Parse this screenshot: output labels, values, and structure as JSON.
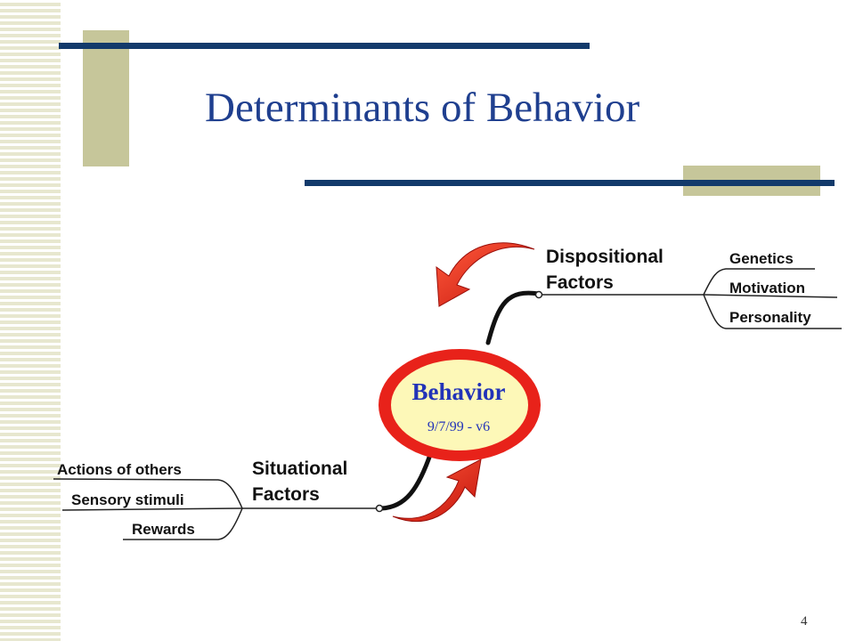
{
  "slide": {
    "title": "Determinants of Behavior",
    "page_number": "4"
  },
  "diagram": {
    "center": {
      "title": "Behavior",
      "subtitle": "9/7/99 - v6"
    },
    "dispositional": {
      "label_line1": "Dispositional",
      "label_line2": "Factors",
      "items": [
        "Genetics",
        "Motivation",
        "Personality"
      ]
    },
    "situational": {
      "label_line1": "Situational",
      "label_line2": "Factors",
      "items": [
        "Actions of others",
        "Sensory stimuli",
        "Rewards"
      ]
    }
  },
  "colors": {
    "title": "#1f3f8f",
    "accent_bar": "#123a6b",
    "accent_block": "#c6c69a",
    "ellipse_border": "#e8221a",
    "ellipse_fill": "#fdf8b8",
    "arrow": "#e8221a",
    "behavior_text": "#2233b8"
  }
}
